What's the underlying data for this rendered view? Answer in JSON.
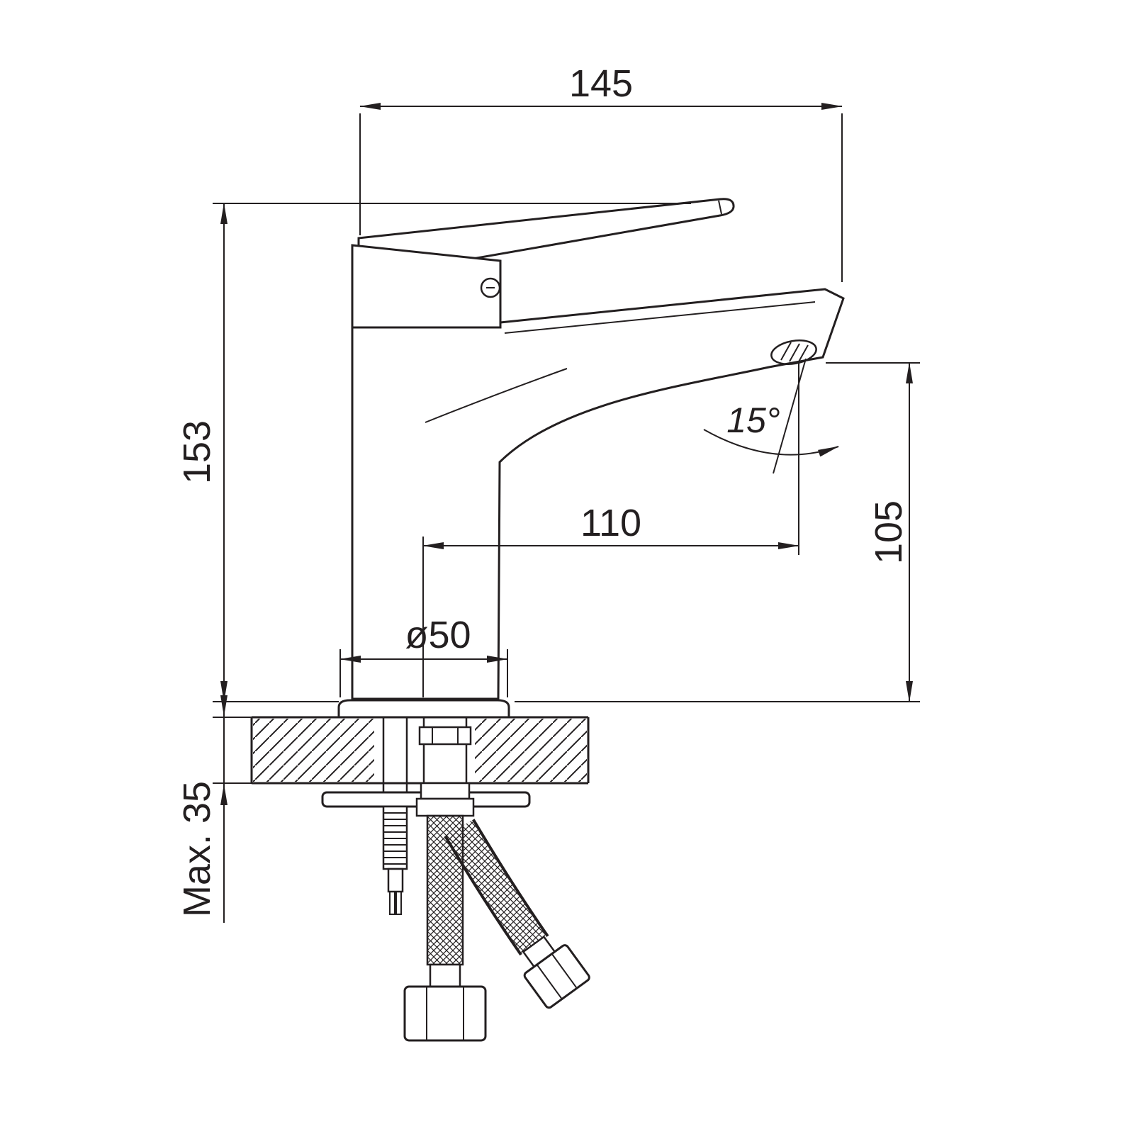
{
  "meta": {
    "background": "#ffffff",
    "line_color": "#231f20",
    "drawing_type": "technical dimension drawing",
    "subject": "single-lever basin faucet, side view with installation dimensions"
  },
  "diagram": {
    "labels": {
      "width_top": "145",
      "height_total": "153",
      "spout_reach": "110",
      "spout_height": "105",
      "base_diameter": "ø50",
      "spout_angle": "15°",
      "max_deck_thickness": "Max. 35"
    }
  }
}
